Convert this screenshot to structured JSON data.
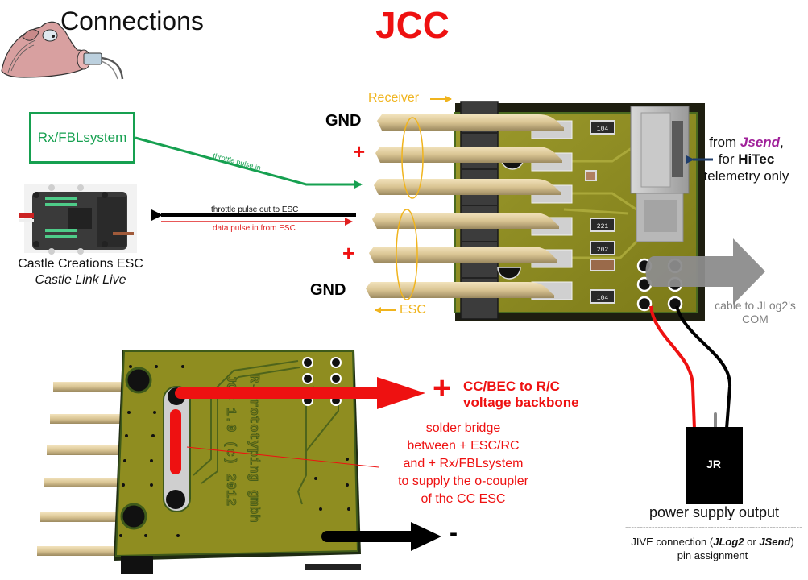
{
  "header": {
    "title": "Connections",
    "mascot_icon": "pig-with-plug-icon"
  },
  "main_title": "JCC",
  "colors": {
    "title_red": "#ee1111",
    "rx_green": "#16a050",
    "receiver_yellow": "#f0b41e",
    "jsend_purple": "#a0219a",
    "pcb_olive": "#8a8a1e",
    "com_arrow_gray": "#8c8c8c"
  },
  "rx_box": {
    "label": "Rx/FBLsystem"
  },
  "signals": {
    "throttle_in": "throttle pulse in",
    "throttle_out": "throttle pulse out to ESC",
    "data_in": "data pulse in from ESC"
  },
  "esc": {
    "name": "Castle Creations ESC",
    "subtitle": "Castle Link Live",
    "image_icon": "castle-esc-photo"
  },
  "pins": [
    {
      "label": "GND",
      "type": "gnd",
      "group": "receiver"
    },
    {
      "label": "+",
      "type": "plus",
      "group": "receiver"
    },
    {
      "label": "",
      "type": "signal",
      "group": "receiver"
    },
    {
      "label": "",
      "type": "signal",
      "group": "esc"
    },
    {
      "label": "+",
      "type": "plus",
      "group": "esc"
    },
    {
      "label": "GND",
      "type": "gnd",
      "group": "esc"
    }
  ],
  "groups": {
    "receiver": "Receiver",
    "esc": "ESC"
  },
  "components": [
    "104",
    "221",
    "202",
    "104"
  ],
  "jsend_note": {
    "line1_prefix": "from ",
    "jsend": "Jsend",
    "line1_suffix": ",",
    "line2_prefix": "for ",
    "hitec": "HiTec",
    "line3": "telemetry only"
  },
  "com_note": {
    "line1": "cable to JLog2's",
    "line2": "COM"
  },
  "pcb_bottom": {
    "silkscreen": [
      "R-Prototyping gmbh",
      "JCC 1.0 (c) 2012"
    ]
  },
  "cc_note": {
    "plus": "+",
    "line1": "CC/BEC to R/C",
    "line2": "voltage backbone"
  },
  "bridge_note": {
    "lines": [
      "solder bridge",
      "between + ESC/RC",
      "and + Rx/FBLsystem",
      "to supply the o-coupler",
      "of the CC ESC"
    ]
  },
  "minus_label": "-",
  "jr_connector": {
    "label": "JR",
    "caption": "power supply output",
    "divider": "------------------------------------------------------------",
    "jive_prefix": "JIVE connection (",
    "jlog2": "JLog2",
    "jive_or": " or ",
    "jsend": "JSend",
    "jive_suffix": ")",
    "line2": "pin assignment"
  }
}
